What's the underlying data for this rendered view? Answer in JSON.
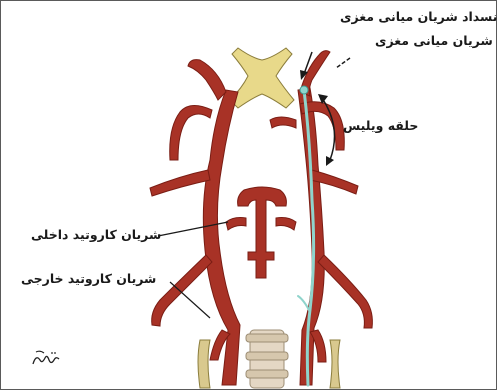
{
  "labels": {
    "occlusion": "انسداد شریان میانی مغزی",
    "middle_cerebral_artery": "شریان میانی مغزی",
    "circle_of_willis": "حلقه ویلیس",
    "internal_carotid": "شریان کاروتید داخلی",
    "external_carotid": "شریان کاروتید خارجی"
  },
  "colors": {
    "artery": "#a83226",
    "artery_dark": "#7a1d14",
    "clot_path": "#8fd4cc",
    "pituitary": "#e8d98a",
    "vertebra": "#e4d7c4",
    "vein": "#d9c98e",
    "label_text": "#1a1a1a"
  },
  "signature": {
    "type": "handwritten-mark"
  }
}
